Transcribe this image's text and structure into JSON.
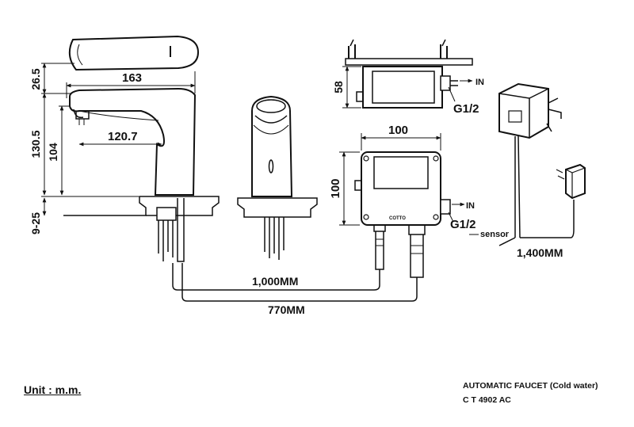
{
  "dimensions": {
    "spout_height_top": "26.5",
    "spout_length": "163",
    "spout_reach": "120.7",
    "faucet_height": "130.5",
    "body_height": "104",
    "deck_thickness": "9-25",
    "valve_box_height": "58",
    "control_box_width": "100",
    "control_box_height": "100",
    "hose_length_long": "1,000MM",
    "hose_length_short": "770MM",
    "adapter_cable_length": "1,400MM"
  },
  "labels": {
    "inlet_top": "IN",
    "thread_top": "G1/2",
    "inlet_bottom": "IN",
    "thread_bottom": "G1/2",
    "sensor": "sensor",
    "brand": "COTTO"
  },
  "footer": {
    "unit": "Unit : m.m.",
    "product_name": "AUTOMATIC FAUCET (Cold water)",
    "model": "C T 4902 AC"
  }
}
